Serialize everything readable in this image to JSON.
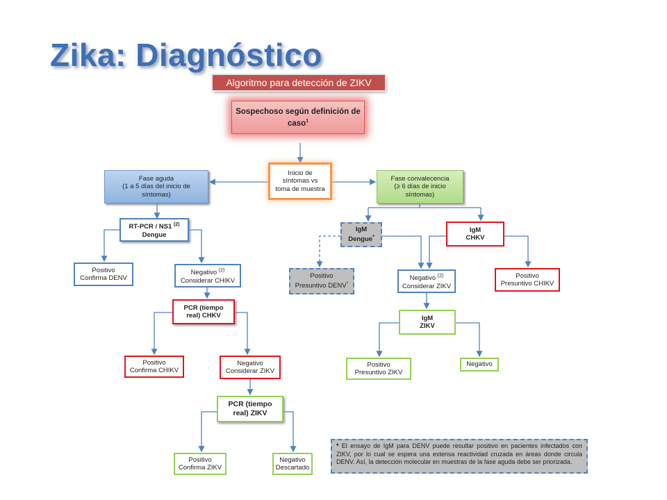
{
  "title": "Zika: Diagnóstico",
  "subtitle": "Algoritmo para detección de ZIKV",
  "nodes": {
    "sospechoso": {
      "line1": "Sospechoso según definición de",
      "line2": "caso",
      "sup": "1"
    },
    "inicio": {
      "line1": "Inicio de",
      "line2": "síntomas vs",
      "line3": "toma de muestra"
    },
    "fase_aguda": {
      "line1": "Fase aguda",
      "line2": "(1 a 5 días del inicio de",
      "line3": "síntomas)"
    },
    "fase_convalecencia": {
      "line1": "Fase convalecencia",
      "line2": "(≥ 6 días de inicio",
      "line3": "síntomas)"
    },
    "rtpcr": {
      "line1": "RT-PCR / NS1",
      "sup": "(2)",
      "line2": "Dengue"
    },
    "positivo_denv": {
      "line1": "Positivo",
      "line2": "Confirma DENV"
    },
    "negativo_chikv": {
      "line1": "Negativo",
      "sup": "(2)",
      "line2": "Considerar CHIKV"
    },
    "pcr_chikv": {
      "line1": "PCR (tiempo",
      "line2": "real) CHKV"
    },
    "positivo_chikv": {
      "line1": "Positivo",
      "line2": "Confirma CHIKV"
    },
    "negativo_zikv": {
      "line1": "Negativo",
      "line2": "Considerar ZIKV"
    },
    "pcr_zikv": {
      "line1": "PCR (tiempo",
      "line2": "real) ZIKV"
    },
    "positivo_zikv": {
      "line1": "Positivo",
      "line2": "Confirma ZIKV"
    },
    "negativo_descartado": {
      "line1": "Negativo",
      "line2": "Descartado"
    },
    "igm_dengue": {
      "line1": "IgM",
      "line2": "Dengue",
      "sup": "*"
    },
    "igm_chkv": {
      "line1": "IgM",
      "line2": "CHKV"
    },
    "positivo_presuntivo_denv": {
      "line1": "Positivo",
      "line2": "Presuntivo DENV",
      "sup": "*"
    },
    "negativo_considerar_zikv": {
      "line1": "Negativo",
      "sup": "(2)",
      "line2": "Considerar ZIKV"
    },
    "positivo_presuntivo_chikv": {
      "line1": "Positivo",
      "line2": "Presuntivo CHIKV"
    },
    "igm_zikv": {
      "line1": "IgM",
      "line2": "ZIKV"
    },
    "positivo_presuntivo_zikv": {
      "line1": "Positivo",
      "line2": "Presuntivo ZIKV"
    },
    "negativo_final": {
      "line1": "Negativo"
    }
  },
  "note": {
    "marker": "*",
    "text": " El ensayo de IgM para DENV puede resultar positivo  en pacientes infectados con ZIKV, por lo cual se espera una extensa reactividad cruzada en áreas donde circula DENV. Así, la detección molecular en muestras de la fase aguda debe ser priorizada."
  },
  "colors": {
    "title": "#3f6fb5",
    "subtitle_bg": "#c0504d",
    "blue": "#4f81bd",
    "red": "#e0141a",
    "green": "#92d050",
    "orange": "#f79646",
    "gray": "#bfbfbf"
  }
}
